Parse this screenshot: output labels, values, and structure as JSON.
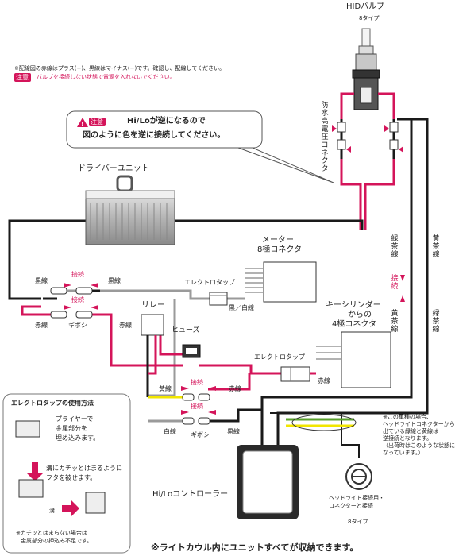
{
  "notes": {
    "line1": "※配線図の赤線はプラス(+)、黒線はマイナス(−)です。確認し、配線してください。",
    "caution_badge": "注意",
    "line2": "バルブを接続しない状態で電源を入れないでください。"
  },
  "hid_bulb": {
    "title": "HIDバルブ",
    "type": "8タイプ"
  },
  "connector_label": "防水高電圧コネクター",
  "callout": {
    "badge": "注意",
    "line1": "Hi/Loが逆になるので",
    "line2": "図のように色を逆に接続してください。"
  },
  "driver_unit": "ドライバーユニット",
  "meter_connector": {
    "line1": "メーター",
    "line2": "8極コネクタ"
  },
  "electrotap": "エレクトロタップ",
  "black_white": "黒／白線",
  "key_cylinder": {
    "line1": "キーシリンダー",
    "line2": "からの",
    "line3": "4極コネクタ"
  },
  "relay": "リレー",
  "fuse": "ヒューズ",
  "setsuzoku": "接続",
  "wires": {
    "black": "黒線",
    "red": "赤線",
    "yellow": "黄線",
    "white": "白線",
    "green_tea": "緑茶線",
    "yellow_tea": "黄茶線",
    "gibosi": "ギボシ"
  },
  "hilo_controller": "Hi/Loコントローラー",
  "side_note": {
    "l1": "※この車種の場合、",
    "l2": "ヘッドライトコネクターから",
    "l3": "出ている緑線と黄線は",
    "l4": "逆接続となります。",
    "l5": "（出荷時はこのような状態に",
    "l6": "なっています。）"
  },
  "headlight_connector": {
    "l1": "ヘッドライト接続用・",
    "l2": "コネクターと接続"
  },
  "bottom_type": "8タイプ",
  "usage_box": {
    "title": "エレクトロタップの使用方法",
    "step1a": "プライヤーで",
    "step1b": "金属部分を",
    "step1c": "埋め込みます。",
    "step2a": "溝にカチッとはまるように",
    "step2b": "フタを被せます。",
    "groove": "溝",
    "note1": "※カチッとはまらない場合は",
    "note2": "金属部分の押込み不足です。"
  },
  "footer": "※ライトカウル内にユニットすべてが収納できます。",
  "colors": {
    "red_wire": "#d4145a",
    "black_wire": "#1a1a1a",
    "yellow_wire": "#f2e600",
    "green_wire": "#5aa02c",
    "caution": "#d4145a"
  }
}
